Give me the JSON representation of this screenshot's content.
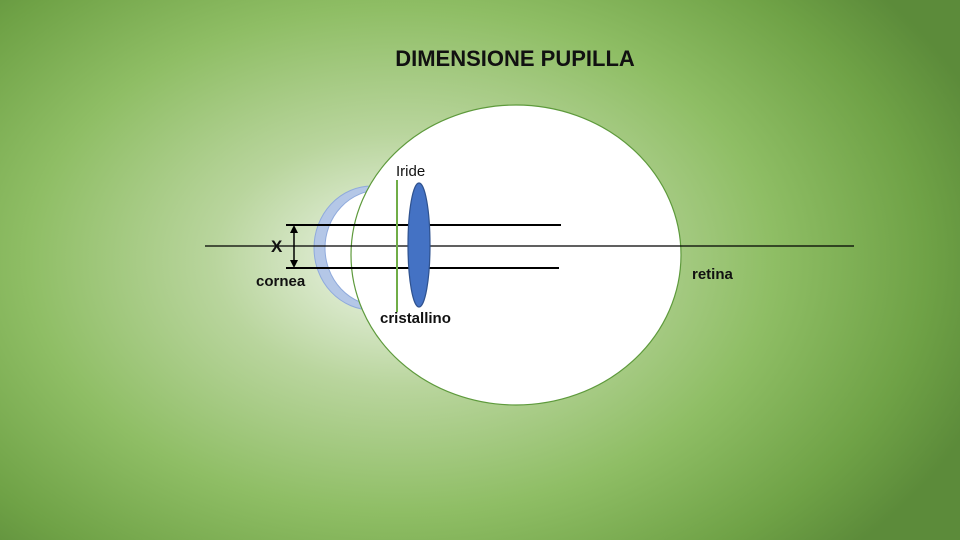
{
  "title": "DIMENSIONE PUPILLA",
  "labels": {
    "iride": "Iride",
    "cornea": "cornea",
    "cristallino": "cristallino",
    "retina": "retina",
    "x": "X"
  },
  "colors": {
    "background_center": "#f2f7ee",
    "background_edge": "#5c8b3a",
    "eyeball_fill": "#ffffff",
    "eyeball_stroke": "#5e9a3c",
    "cornea_fill": "#b4c7e7",
    "lens_fill": "#4472c4",
    "lens_stroke": "#2f528f",
    "iris_line": "#70ad47",
    "lines": "#000000"
  }
}
